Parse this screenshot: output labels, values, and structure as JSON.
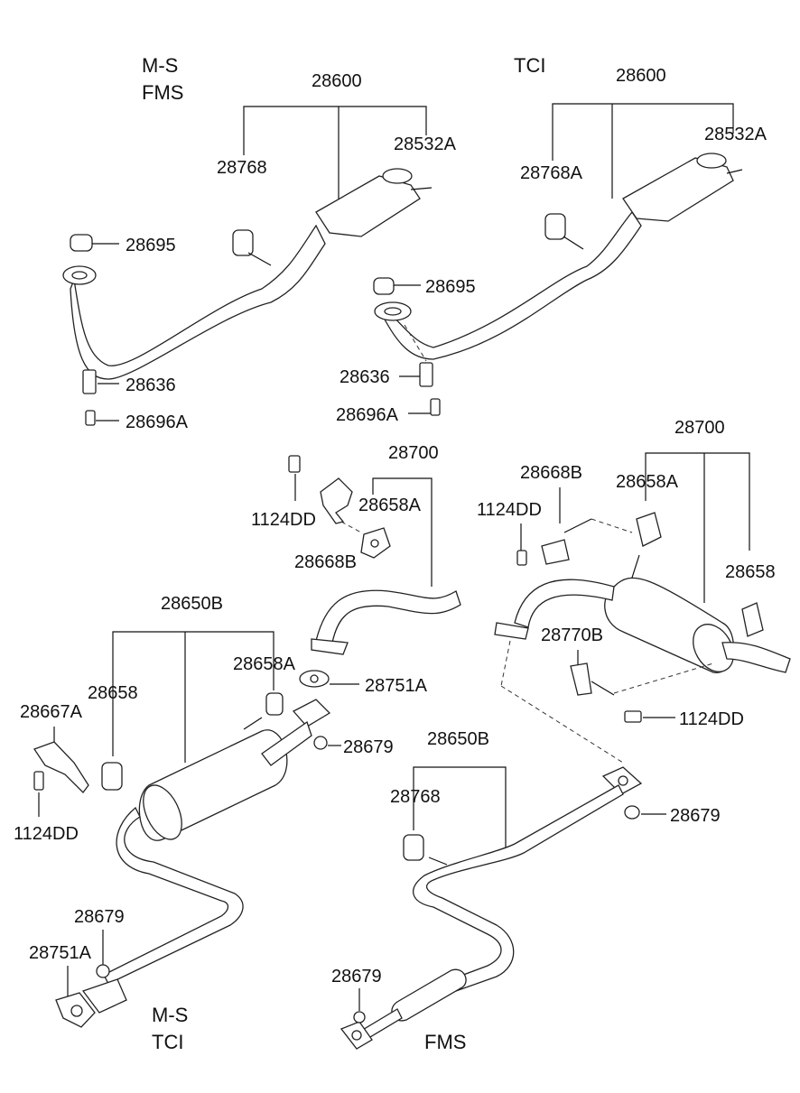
{
  "sections": {
    "ms_fms_top": "M-S\nFMS",
    "tci_top": "TCI",
    "ms_tci_bottom": "M-S\nTCI",
    "fms_bottom": "FMS"
  },
  "labels": {
    "l1": "28600",
    "l2": "28768",
    "l3": "28532A",
    "l4": "28695",
    "l5": "28636",
    "l6": "28696A",
    "r1": "28600",
    "r2": "28768A",
    "r3": "28532A",
    "r4": "28695",
    "r5": "28636",
    "r6": "28696A",
    "m1": "28700",
    "m2": "1124DD",
    "m3": "28658A",
    "m4": "28668B",
    "b1": "28650B",
    "b2": "28658A",
    "b3": "28751A",
    "b4": "28658",
    "b5": "28667A",
    "b6": "28679",
    "b7": "1124DD",
    "b8": "28679",
    "b9": "28751A",
    "rm1": "28700",
    "rm2": "28668B",
    "rm3": "28658A",
    "rm4": "1124DD",
    "rm5": "28658",
    "rm6": "28770B",
    "rm7": "1124DD",
    "f1": "28650B",
    "f2": "28768",
    "f3": "28679",
    "f4": "28679"
  }
}
